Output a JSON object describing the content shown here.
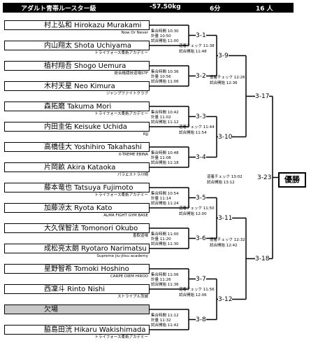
{
  "header": {
    "title": "アダルト青帯ルースター級",
    "weight": "-57.50kg",
    "duration": "6分",
    "count": "16 人"
  },
  "champion_label": "優勝",
  "fighters": [
    {
      "name": "村上弘和 Hirokazu Murakami",
      "club": "Now Or Never",
      "bye": false
    },
    {
      "name": "内山翔太 Shota Uchiyama",
      "club": "トライフォース柔術アカデミー",
      "bye": false
    },
    {
      "name": "植村翔吾 Shogo Uemura",
      "club": "総合格闘技道場STF",
      "bye": false
    },
    {
      "name": "木村天星 Neo Kimura",
      "club": "ジャンプファイトクラブ",
      "bye": false
    },
    {
      "name": "森拓磨 Takuma Mori",
      "club": "トライフォース柔術アカデミー",
      "bye": false
    },
    {
      "name": "内田圭佑 Keisuke Uchida",
      "club": "RJJ",
      "bye": false
    },
    {
      "name": "高橋佳大 Yoshihiro Takahashi",
      "club": "X-TREME EBINA",
      "bye": false
    },
    {
      "name": "片岡畝 Akira Kataoka",
      "club": "パラエストラ川崎",
      "bye": false
    },
    {
      "name": "藤本竜也 Tatsuya Fujimoto",
      "club": "トライフォース柔術アカデミー",
      "bye": false
    },
    {
      "name": "加藤涼太 Ryota Kato",
      "club": "ALMA FIGHT GYM BASE",
      "bye": false
    },
    {
      "name": "大久保智法 Tomonori Okubo",
      "club": "香取道場",
      "bye": false
    },
    {
      "name": "成松亮太朗 Ryotaro Narimatsu",
      "club": "Supreme jiu-jitsu academy",
      "bye": false
    },
    {
      "name": "星野智希 Tomoki Hoshino",
      "club": "CARPE DIEM HIROO",
      "bye": false
    },
    {
      "name": "西凜斗 Rinto Nishi",
      "club": "ストライプル茨城",
      "bye": false
    },
    {
      "name": "欠場",
      "club": "",
      "bye": true
    },
    {
      "name": "脇島田洸 Hikaru Wakishimada",
      "club": "トライフォース柔術アカデミー",
      "bye": false
    }
  ],
  "round1": [
    {
      "label": "3-1",
      "info": [
        "集合時間 10:30",
        "計量 10:50",
        "試合開始 11:00"
      ]
    },
    {
      "label": "3-2",
      "info": [
        "集合時間 10:36",
        "計量 10:56",
        "試合開始 11:06"
      ]
    },
    {
      "label": "3-3",
      "info": [
        "集合時間 10:42",
        "計量 11:02",
        "試合開始 11:12"
      ]
    },
    {
      "label": "3-4",
      "info": [
        "集合時間 10:48",
        "計量 11:08",
        "試合開始 11:18"
      ]
    },
    {
      "label": "3-5",
      "info": [
        "集合時間 10:54",
        "計量 11:14",
        "試合開始 11:24"
      ]
    },
    {
      "label": "3-6",
      "info": [
        "集合時間 11:00",
        "計量 11:20",
        "試合開始 11:30"
      ]
    },
    {
      "label": "3-7",
      "info": [
        "集合時間 11:06",
        "計量 11:26",
        "試合開始 11:36"
      ]
    },
    {
      "label": "3-8",
      "info": [
        "集合時間 11:12",
        "計量 11:32",
        "試合開始 11:42"
      ]
    }
  ],
  "round2": [
    {
      "label": "3-9",
      "info": [
        "道着チェック 11:38",
        "試合開始 11:48"
      ]
    },
    {
      "label": "3-10",
      "info": [
        "道着チェック 11:44",
        "試合開始 11:54"
      ]
    },
    {
      "label": "3-11",
      "info": [
        "道着チェック 11:50",
        "試合開始 12:00"
      ]
    },
    {
      "label": "3-12",
      "info": [
        "道着チェック 11:56",
        "試合開始 12:06"
      ]
    }
  ],
  "round3": [
    {
      "label": "3-17",
      "info": [
        "道着チェック 12:26",
        "試合開始 12:36"
      ]
    },
    {
      "label": "3-18",
      "info": [
        "道着チェック 12:32",
        "試合開始 12:42"
      ]
    }
  ],
  "final": {
    "label": "3-23",
    "info": [
      "道着チェック 13:02",
      "試合開始 13:12"
    ]
  }
}
